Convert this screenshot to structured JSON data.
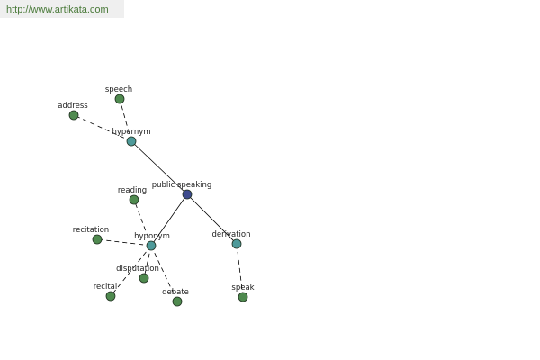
{
  "site": {
    "url": "http://www.artikata.com"
  },
  "colors": {
    "root": "#3d4b8e",
    "relation": "#4e9a9a",
    "leaf": "#4f8a4f",
    "stroke": "#1f2f1f",
    "edge": "#000000"
  },
  "graph": {
    "nodes": [
      {
        "id": "public_speaking",
        "label": "public speaking",
        "kind": "root"
      },
      {
        "id": "hypernym",
        "label": "hypernym",
        "kind": "relation"
      },
      {
        "id": "hyponym",
        "label": "hyponym",
        "kind": "relation"
      },
      {
        "id": "derivation",
        "label": "derivation",
        "kind": "relation"
      },
      {
        "id": "speech",
        "label": "speech",
        "kind": "leaf"
      },
      {
        "id": "address",
        "label": "address",
        "kind": "leaf"
      },
      {
        "id": "reading",
        "label": "reading",
        "kind": "leaf"
      },
      {
        "id": "recitation",
        "label": "recitation",
        "kind": "leaf"
      },
      {
        "id": "disputation",
        "label": "disputation",
        "kind": "leaf"
      },
      {
        "id": "recital",
        "label": "recital",
        "kind": "leaf"
      },
      {
        "id": "debate",
        "label": "debate",
        "kind": "leaf"
      },
      {
        "id": "speak",
        "label": "speak",
        "kind": "leaf"
      }
    ],
    "edges": [
      {
        "from": "public_speaking",
        "to": "hypernym",
        "style": "solid"
      },
      {
        "from": "public_speaking",
        "to": "hyponym",
        "style": "solid"
      },
      {
        "from": "public_speaking",
        "to": "derivation",
        "style": "solid"
      },
      {
        "from": "hypernym",
        "to": "speech",
        "style": "dashed"
      },
      {
        "from": "hypernym",
        "to": "address",
        "style": "dashed"
      },
      {
        "from": "hyponym",
        "to": "reading",
        "style": "dashed"
      },
      {
        "from": "hyponym",
        "to": "recitation",
        "style": "dashed"
      },
      {
        "from": "hyponym",
        "to": "disputation",
        "style": "dashed"
      },
      {
        "from": "hyponym",
        "to": "recital",
        "style": "dashed"
      },
      {
        "from": "hyponym",
        "to": "debate",
        "style": "dashed"
      },
      {
        "from": "derivation",
        "to": "speak",
        "style": "dashed"
      }
    ]
  }
}
